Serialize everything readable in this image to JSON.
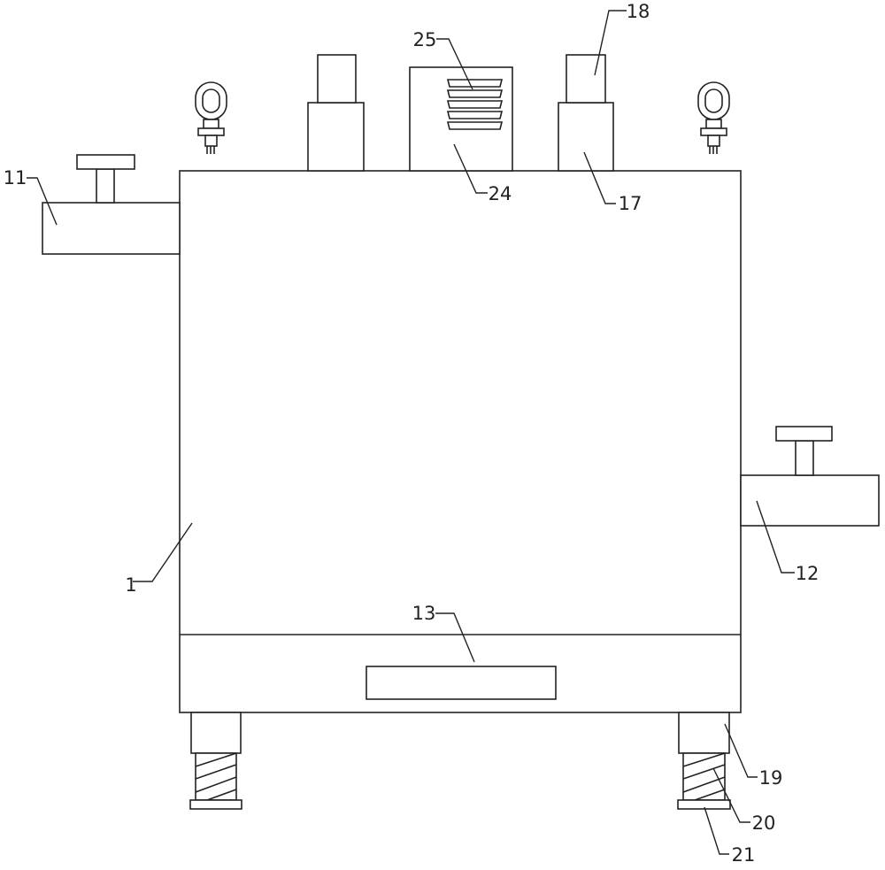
{
  "labels": {
    "l1": "1",
    "l11": "11",
    "l12": "12",
    "l13": "13",
    "l17": "17",
    "l18": "18",
    "l19": "19",
    "l20": "20",
    "l21": "21",
    "l24": "24",
    "l25": "25"
  }
}
